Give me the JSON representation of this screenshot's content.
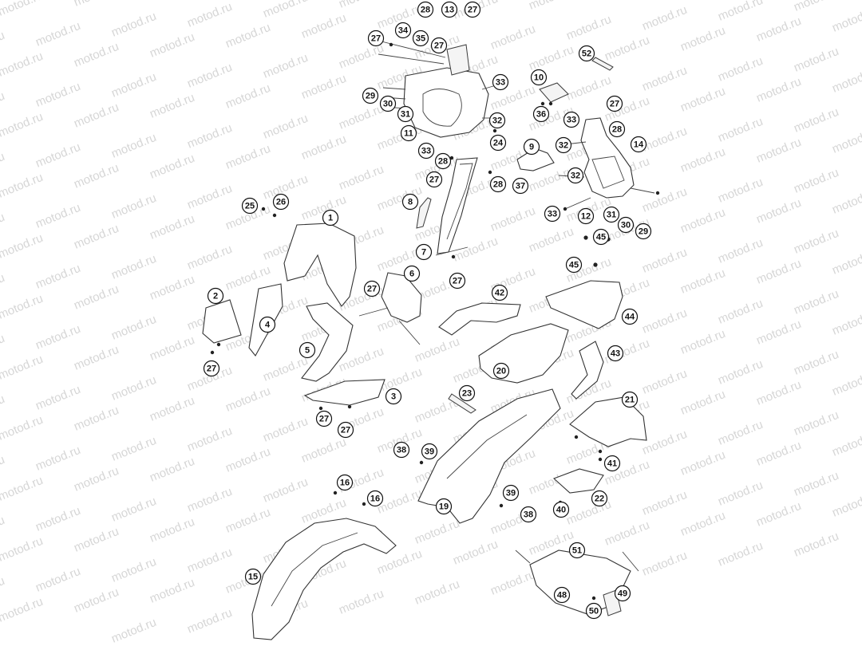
{
  "watermark": {
    "text": "motod.ru"
  },
  "callouts": [
    "28",
    "13",
    "27",
    "34",
    "35",
    "27",
    "27",
    "52",
    "10",
    "33",
    "29",
    "30",
    "31",
    "32",
    "36",
    "11",
    "27",
    "33",
    "32",
    "28",
    "14",
    "33",
    "24",
    "9",
    "28",
    "27",
    "28",
    "37",
    "32",
    "25",
    "26",
    "1",
    "8",
    "33",
    "12",
    "31",
    "30",
    "29",
    "45",
    "45",
    "7",
    "27",
    "6",
    "27",
    "42",
    "44",
    "2",
    "4",
    "27",
    "5",
    "43",
    "20",
    "23",
    "21",
    "3",
    "27",
    "27",
    "38",
    "39",
    "41",
    "16",
    "39",
    "22",
    "16",
    "38",
    "40",
    "19",
    "51",
    "15",
    "48",
    "49",
    "50"
  ]
}
